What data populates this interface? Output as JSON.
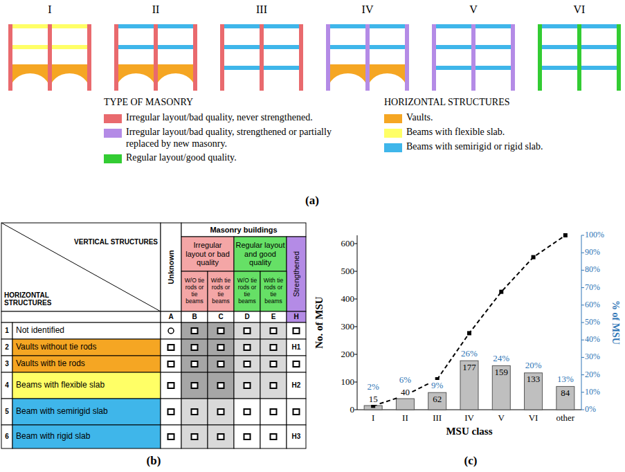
{
  "diagram": {
    "labels": [
      "I",
      "II",
      "III",
      "IV",
      "V",
      "VI",
      "TYPE OF MASONRY",
      "HORIZONTAL STRUCTURES",
      "(a)",
      "VERTICAL STRUCTURES",
      "HORIZONTAL STRUCTURES",
      "Unknown",
      "Masonry buildings",
      "Irregular layout or bad quality",
      "Regular layout and good quality",
      "Strengthened",
      "W/O tie rods or tie beams",
      "With tie rods or tie beams",
      "W/O tie rods or tie beams",
      "With tie rods or tie beams",
      "A",
      "B",
      "C",
      "D",
      "E",
      "H",
      "1",
      "Not identified",
      "2",
      "Vaults without tie rods",
      "3",
      "Vaults with tie rods",
      "4",
      "Beams with flexible slab",
      "5",
      "Beam with semirigid slab",
      "6",
      "Beam with rigid slab",
      "H1",
      "H2",
      "H3",
      "(b)",
      "0",
      "100",
      "200",
      "300",
      "400",
      "500",
      "600",
      "0%",
      "10%",
      "20%",
      "30%",
      "40%",
      "50%",
      "60%",
      "70%",
      "80%",
      "90%",
      "100%",
      "I",
      "II",
      "III",
      "IV",
      "V",
      "VI",
      "other",
      "15",
      "40",
      "62",
      "177",
      "159",
      "133",
      "84",
      "2%",
      "6%",
      "9%",
      "26%",
      "24%",
      "20%",
      "13%",
      "No. of MSU",
      "% of MSU",
      "MSU class",
      "(c)"
    ],
    "legend": [
      {
        "text": "Irregular layout/bad quality, never strengthened.",
        "color": "#e96a6e"
      },
      {
        "text": "Irregular layout/bad quality, strengthened or partially replaced by new masonry.",
        "color": "#b48be6"
      },
      {
        "text": "Regular layout/good quality.",
        "color": "#33cc33"
      },
      {
        "text": "Vaults.",
        "color": "#f5a623"
      },
      {
        "text": "Beams with flexible slab.",
        "color": "#ffff66"
      },
      {
        "text": "Beams with semirigid or rigid slab.",
        "color": "#3fb6ea"
      }
    ]
  }
}
